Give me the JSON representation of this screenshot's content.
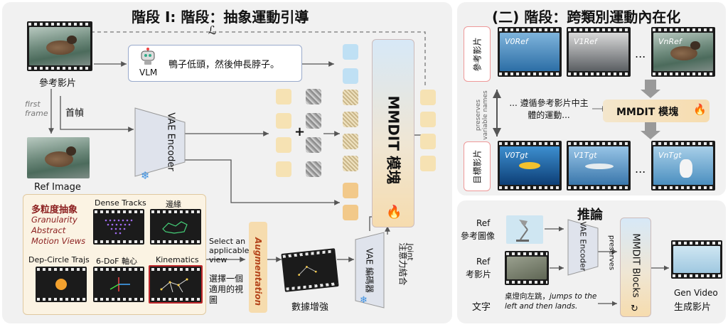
{
  "stage1": {
    "title": "階段 I: 階段：抽象運動引導",
    "loss_symbol": "ℒ",
    "ref_video_label": "參考影片",
    "first_frame_en": "first frame",
    "first_frame_zh": "首幀",
    "ref_image_label": "Ref Image",
    "vlm_label": "VLM",
    "vlm_caption": "鴨子低頭，然後伸長脖子。",
    "vae_encoder": "VAE Encoder",
    "plus": "+",
    "mmdit_label": "MMDIT 模塊",
    "granularity_zh": "多粒度抽象",
    "granularity_en": "Granularity Abstract Motion Views",
    "views": {
      "dense_tracks": "Dense Tracks",
      "edges": "邊緣",
      "dep_circle": "Dep-Circle Trajs",
      "dof6": "6-DoF 軸心",
      "kinematics": "Kinematics"
    },
    "select_view_en": "Select an applicable view",
    "select_view_zh": "選擇一個適用的視圖",
    "augmentation": "Augmentation",
    "data_aug_label": "數據增強",
    "vae_encoder_zh": "VAE 編碼器",
    "joint_attn_en": "Joint",
    "joint_attn_zh": "注意力結合"
  },
  "stage2": {
    "title": "(二) 階段：跨類別運動內在化",
    "ref_side_label": "參考影片",
    "ref_frames": [
      "V0Ref",
      "V1Ref",
      "VnRef"
    ],
    "preserves": "preserves variable names",
    "follow_text": "... 遵循參考影片中主體的運動...",
    "mmdit_label": "MMDIT 模塊",
    "tgt_side_label": "目標影片",
    "tgt_frames": [
      "V0Tgt",
      "V1Tgt",
      "VnTgt"
    ],
    "ellipsis": "..."
  },
  "inference": {
    "title": "推論",
    "ref_image_en": "Ref",
    "ref_image_zh": "參考圖像",
    "ref_video_en": "Ref",
    "ref_video_zh": "考影片",
    "text_label": "文字",
    "prompt_zh": "桌燈向左跳，",
    "prompt_en": "jumps to the left and then lands.",
    "vae_encoder": "VAE Encoder",
    "preserves": "preserves",
    "mmdit_blocks": "MMDIT Blocks",
    "gen_video_en": "Gen Video",
    "gen_video_zh": "生成影片"
  },
  "colors": {
    "panel_bg": "#f1f1f1",
    "token_yellow": "#f6e2b3",
    "token_blue": "#bfe0f4",
    "mmdit_top": "#d7e8f7",
    "mmdit_bottom": "#f6dcae",
    "augment_text": "#b5451b",
    "granularity_text": "#8b1e1e"
  }
}
